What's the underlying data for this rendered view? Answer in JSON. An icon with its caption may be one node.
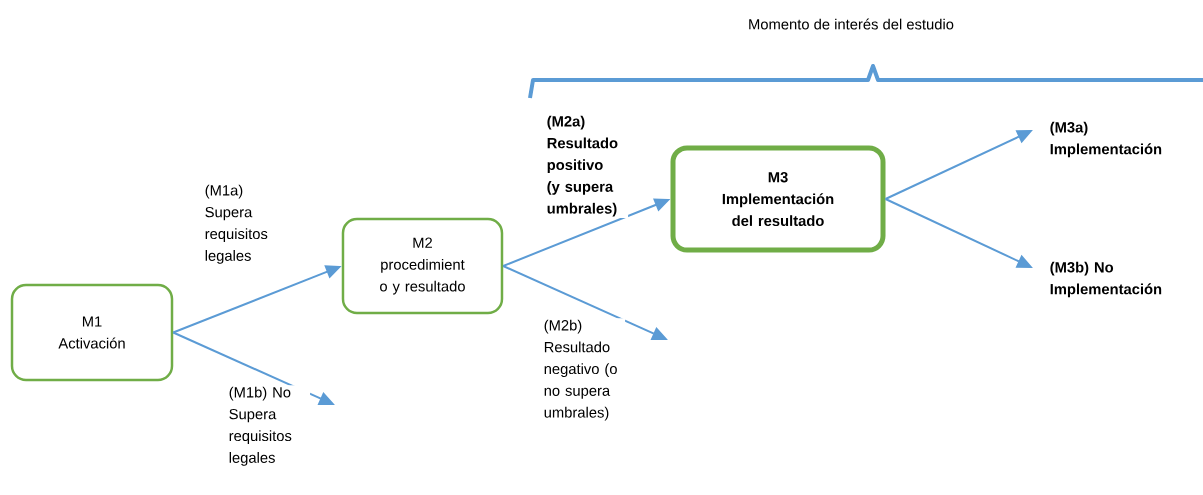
{
  "diagram": {
    "nodes": [
      {
        "text": [
          "M1",
          "Activación"
        ]
      },
      {
        "text": [
          "M2",
          "procedimient o y resultado"
        ]
      },
      {
        "text": [
          "M3",
          "Implementación del resultado"
        ]
      }
    ],
    "edges": [
      {
        "from": 0,
        "to": 1,
        "arrow": "to",
        "label": "(M1a) Supera requisitos legales"
      },
      {
        "from": 0,
        "to": null,
        "arrow": "to",
        "label": "(M1b) No Supera requisitos legales"
      },
      {
        "from": 1,
        "to": 2,
        "arrow": "to",
        "label": "(M2a) Resultado positivo (y supera umbrales)"
      },
      {
        "from": 1,
        "to": null,
        "arrow": "to",
        "label": "(M2b) Resultado negativo (o no supera umbrales)"
      },
      {
        "from": 2,
        "to": null,
        "arrow": "to",
        "label": "(M3a) Implementación"
      },
      {
        "from": 2,
        "to": null,
        "arrow": "to",
        "label": "(M3b) No Implementación"
      }
    ],
    "labels": [
      "Momento de interés del estudio"
    ]
  }
}
